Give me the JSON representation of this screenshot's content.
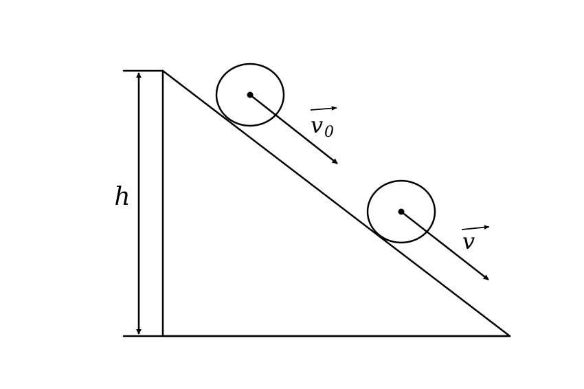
{
  "labels": {
    "height": "h",
    "initial_velocity": "v",
    "initial_velocity_subscript": "0",
    "final_velocity": "v"
  },
  "colors": {
    "ink": "#000000",
    "background": "#ffffff"
  }
}
